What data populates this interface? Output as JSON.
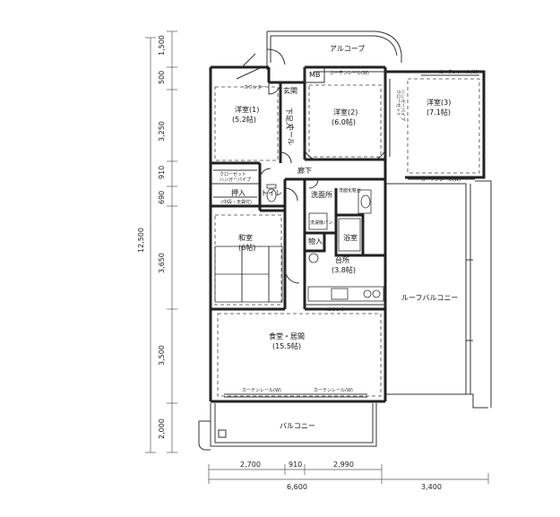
{
  "rooms": {
    "alcove": "アルコーブ",
    "mb": "MB",
    "entrance": "玄関",
    "shoebox": "下足入",
    "hall": "ホール",
    "hallway": "廊下",
    "western1": "洋室(1)",
    "western1_size": "(5.2帖)",
    "western2": "洋室(2)",
    "western2_size": "(6.0帖)",
    "western3": "洋室(3)",
    "western3_size": "(7.1帖)",
    "closet": "クローゼット",
    "hanger_pipe": "ハンガーパイプ",
    "oshiire": "押入",
    "oshiire_note": "(中段・天袋付)",
    "toilet": "トイレ",
    "washroom": "洗面所",
    "bath": "浴室",
    "storage": "物入",
    "japanese": "和室",
    "japanese_size": "(6帖)",
    "kitchen": "台所",
    "kitchen_size": "(3.8帖)",
    "living": "食堂・居間",
    "living_size": "(15.5帖)",
    "roof_balcony": "ルーフバルコニー",
    "balcony": "バルコニー"
  },
  "small_labels": {
    "curtain_rail": "カーテンレール(W)",
    "counter": "カウンター",
    "closet_v": "クローゼット",
    "hanger_v": "ハンガーパイプ",
    "washer": "洗濯機パン",
    "washstand": "洗面化粧台",
    "stove": "コンロ"
  },
  "dimensions": {
    "left": [
      "1,500",
      "500",
      "3,250",
      "910",
      "690",
      "12,500",
      "3,650",
      "3,500",
      "2,000"
    ],
    "bottom_row1": [
      "2,700",
      "910",
      "2,990"
    ],
    "bottom_row2": [
      "6,600",
      "3,400"
    ]
  }
}
